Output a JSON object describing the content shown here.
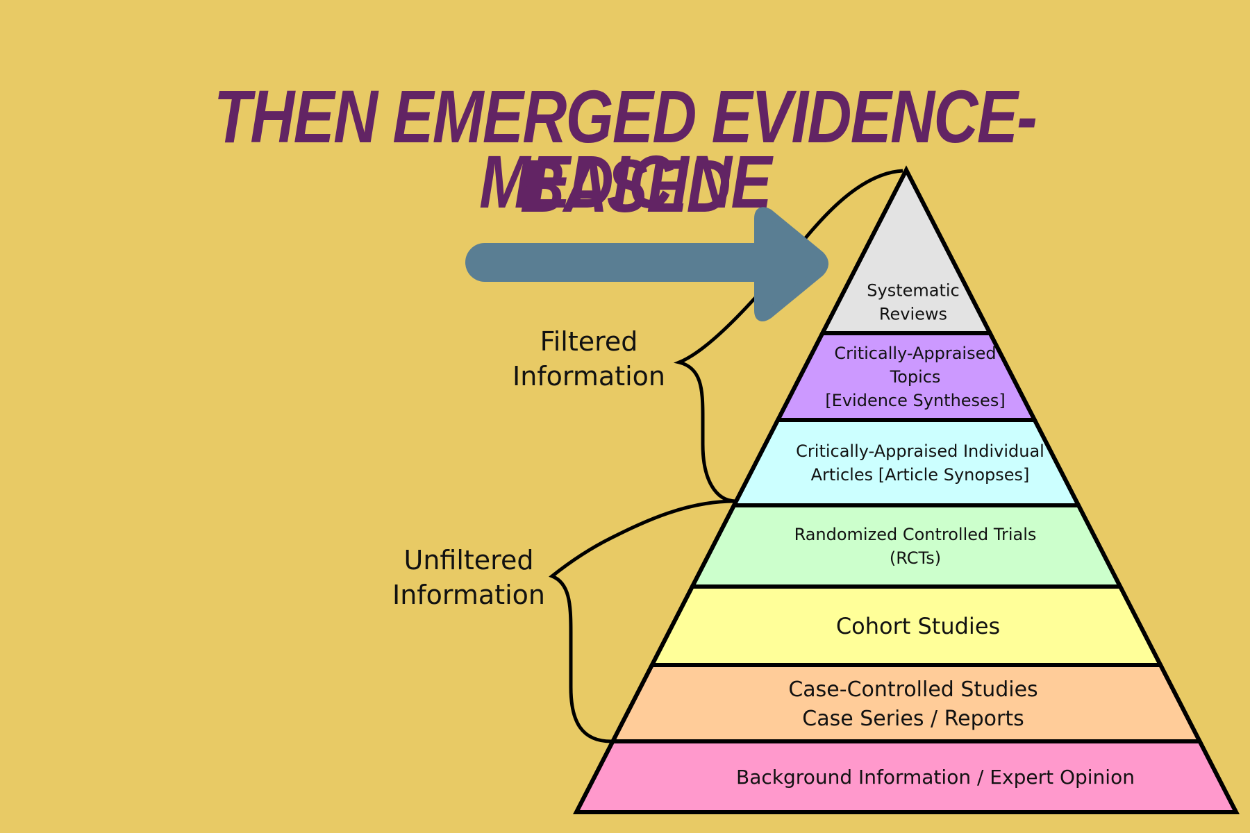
{
  "title": {
    "line1": "THEN EMERGED EVIDENCE-BASED",
    "line2": "MEDICINE",
    "color": "#622464"
  },
  "background_color": "#e8ca65",
  "arrow": {
    "icon": "right-arrow-icon",
    "color": "#5a7e93",
    "points_to": "Systematic Reviews"
  },
  "brackets": [
    {
      "lines": [
        "Filtered",
        "Information"
      ]
    },
    {
      "lines": [
        "Unfiltered",
        "Information"
      ]
    }
  ],
  "pyramid": {
    "levels": [
      {
        "lines": [
          "Systematic",
          "Reviews"
        ],
        "color": "#e3e3e3"
      },
      {
        "lines": [
          "Critically-Appraised",
          "Topics",
          "[Evidence Syntheses]"
        ],
        "color": "#cc99ff"
      },
      {
        "lines": [
          "Critically-Appraised Individual",
          "Articles [Article Synopses]"
        ],
        "color": "#ccffff"
      },
      {
        "lines": [
          "Randomized Controlled Trials",
          "(RCTs)"
        ],
        "color": "#ccffcc"
      },
      {
        "lines": [
          "Cohort Studies"
        ],
        "color": "#ffff99"
      },
      {
        "lines": [
          "Case-Controlled Studies",
          "Case Series / Reports"
        ],
        "color": "#ffcc99"
      },
      {
        "lines": [
          "Background Information / Expert Opinion"
        ],
        "color": "#ff99cc"
      }
    ]
  }
}
